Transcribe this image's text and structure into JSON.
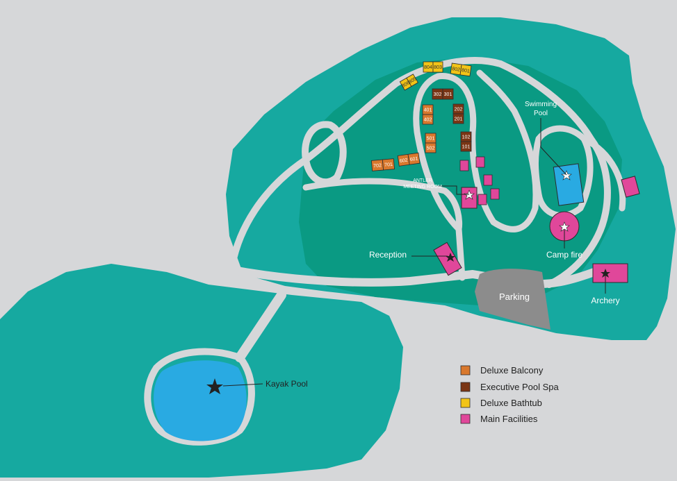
{
  "colors": {
    "background": "#d6d7d9",
    "land_outer": "#16a9a0",
    "land_inner": "#0a9a83",
    "path": "#d6d7d9",
    "water": "#29aae2",
    "parking": "#8c8c8c",
    "deluxe_balcony": "#d9782d",
    "executive_pool_spa": "#7a3514",
    "deluxe_bathtub": "#f2c417",
    "main_facilities": "#e0479a"
  },
  "labels": {
    "kayak_pool": "Kayak Pool",
    "reception": "Reception",
    "parking": "Parking",
    "camp_fire": "Camp fire",
    "archery": "Archery",
    "swimming_pool_line1": "Swimming",
    "swimming_pool_line2": "Pool",
    "antler_line1": "ANTLER",
    "antler_line2": "MEETING ROOM"
  },
  "units": {
    "deluxe_bathtub": [
      "806",
      "805",
      "804",
      "803",
      "802",
      "801"
    ],
    "executive_pool_spa": [
      "302",
      "301",
      "202",
      "201",
      "102",
      "101"
    ],
    "deluxe_balcony": [
      "401",
      "402",
      "501",
      "502",
      "602",
      "601",
      "702",
      "701"
    ]
  },
  "legend": [
    {
      "label": "Deluxe Balcony",
      "color": "#d9782d"
    },
    {
      "label": "Executive Pool Spa",
      "color": "#7a3514"
    },
    {
      "label": "Deluxe Bathtub",
      "color": "#f2c417"
    },
    {
      "label": "Main Facilities",
      "color": "#e0479a"
    }
  ],
  "icons": {
    "marker": "star-icon"
  }
}
